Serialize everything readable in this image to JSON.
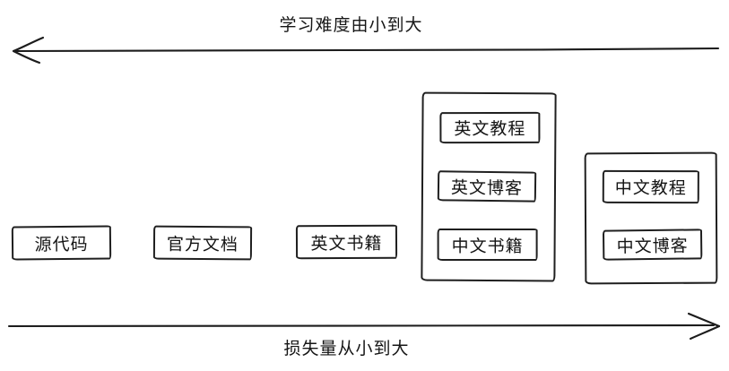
{
  "diagram": {
    "background": "#ffffff",
    "stroke_color": "#1c1c1c",
    "top_axis": {
      "label": "学习难度由小到大",
      "arrow_direction": "left"
    },
    "bottom_axis": {
      "label": "损失量从小到大",
      "arrow_direction": "right"
    },
    "boxes": [
      {
        "label": "源代码"
      },
      {
        "label": "官方文档"
      },
      {
        "label": "英文书籍"
      }
    ],
    "groups": [
      {
        "items": [
          {
            "label": "英文教程"
          },
          {
            "label": "英文博客"
          },
          {
            "label": "中文书籍"
          }
        ]
      },
      {
        "items": [
          {
            "label": "中文教程"
          },
          {
            "label": "中文博客"
          }
        ]
      }
    ]
  }
}
